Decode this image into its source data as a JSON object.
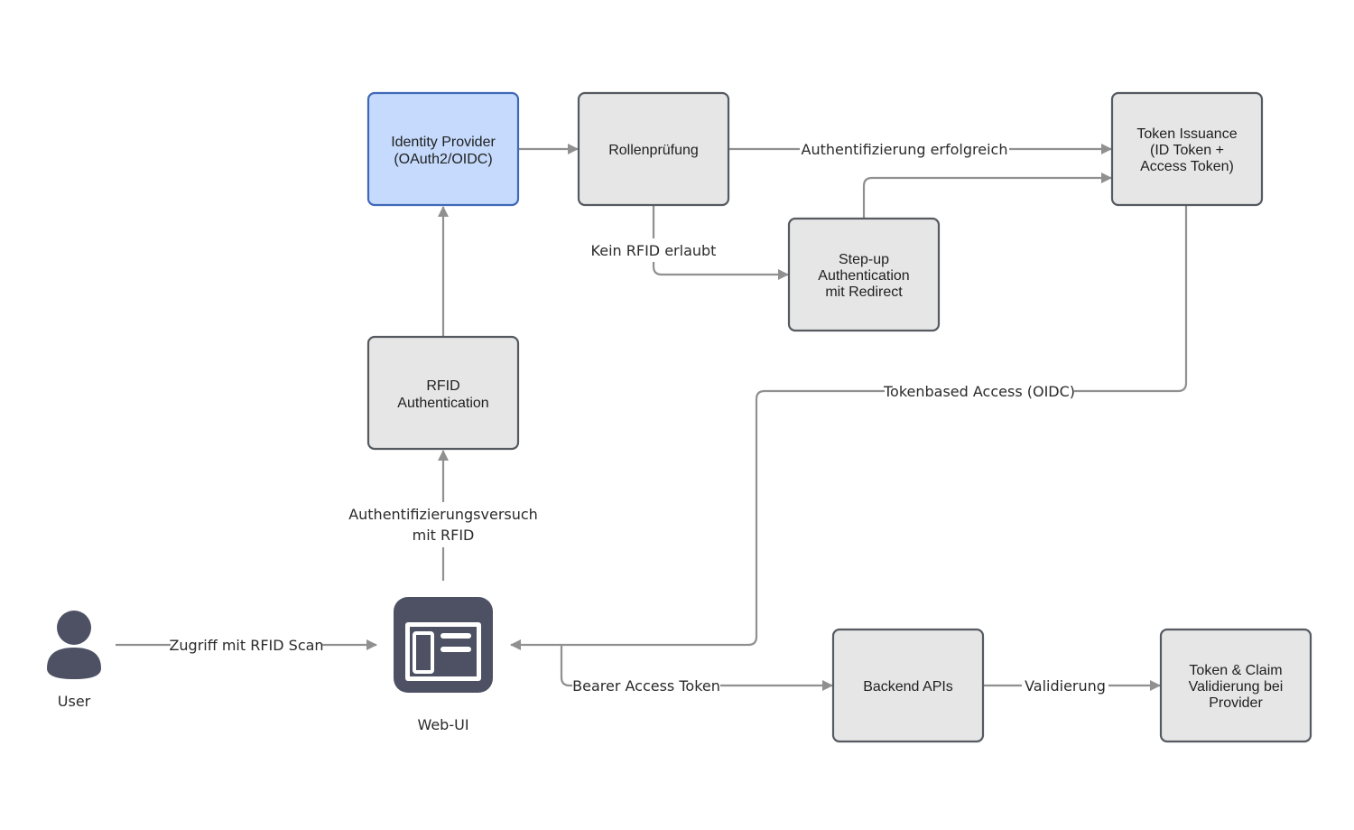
{
  "nodes": {
    "identity_provider": [
      "Identity Provider",
      "(OAuth2/OIDC)"
    ],
    "rollenpruefung": [
      "Rollenprüfung"
    ],
    "token_issuance": [
      "Token Issuance",
      "(ID Token +",
      "Access Token)"
    ],
    "step_up": [
      "Step-up",
      "Authentication",
      "mit Redirect"
    ],
    "rfid_auth": [
      "RFID",
      "Authentication"
    ],
    "backend_apis": [
      "Backend APIs"
    ],
    "token_validation": [
      "Token & Claim",
      "Validierung bei",
      "Provider"
    ]
  },
  "actors": {
    "user": "User",
    "web_ui": "Web-UI"
  },
  "edges": {
    "auth_success": "Authentifizierung erfolgreich",
    "no_rfid": "Kein RFID erlaubt",
    "token_access": "Tokenbased Access (OIDC)",
    "auth_attempt": [
      "Authentifizierungsversuch",
      "mit RFID"
    ],
    "rfid_scan": "Zugriff mit RFID Scan",
    "bearer": "Bearer Access Token",
    "validation": "Validierung"
  },
  "colors": {
    "node_fill": "#e6e6e6",
    "node_border": "#555a60",
    "idp_fill": "#c5dafc",
    "idp_border": "#3f68b8",
    "edge": "#909090",
    "icon": "#4d5163"
  },
  "icons": {
    "user": "person-icon",
    "web_ui": "browser-window-icon"
  }
}
